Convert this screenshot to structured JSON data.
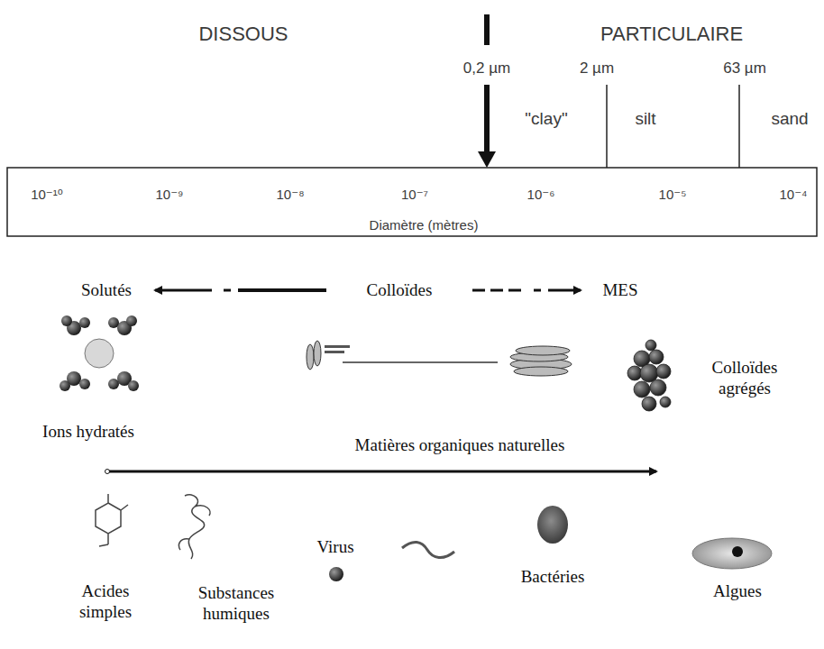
{
  "diagram": {
    "labels": [
      "DISSOUS",
      "PARTICULAIRE",
      "0,2 µm",
      "2 µm",
      "63 µm",
      "\"clay\"",
      "silt",
      "sand",
      "10⁻¹⁰",
      "10⁻⁹",
      "10⁻⁸",
      "10⁻⁷",
      "10⁻⁶",
      "10⁻⁵",
      "10⁻⁴",
      "Diamètre (mètres)",
      "Solutés",
      "Colloïdes",
      "MES",
      "Colloïdes agrégés",
      "Ions hydratés",
      "Matières organiques naturelles",
      "Acides simples",
      "Substances humiques",
      "Virus",
      "Bactéries",
      "Algues"
    ]
  }
}
